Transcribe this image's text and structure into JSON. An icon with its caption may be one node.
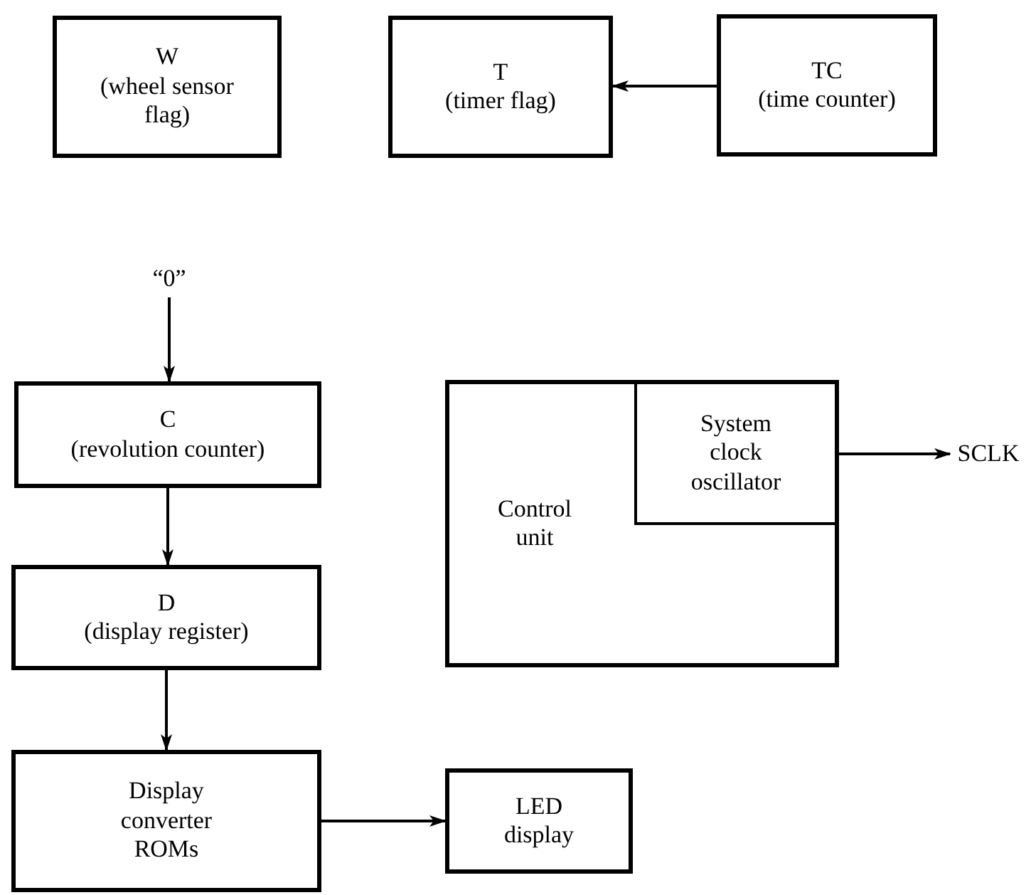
{
  "diagram": {
    "nodes": [
      {
        "text": [
          "W",
          "(wheel sensor flag)"
        ]
      },
      {
        "text": [
          "T",
          "(timer flag)"
        ]
      },
      {
        "text": [
          "TC",
          "(time counter)"
        ]
      },
      {
        "text": [
          "“0”"
        ]
      },
      {
        "text": [
          "C",
          "(revolution counter)"
        ]
      },
      {
        "text": [
          "D",
          "(display register)"
        ]
      },
      {
        "text": [
          "Display converter ROMs"
        ]
      },
      {
        "text": [
          "LED display"
        ]
      },
      {
        "text": [
          "Control unit"
        ]
      },
      {
        "text": [
          "System clock oscillator"
        ],
        "in": 8
      },
      {
        "text": [
          "SCLK"
        ]
      }
    ],
    "edges": [
      {
        "from": 2,
        "to": 1,
        "arrow": "to"
      },
      {
        "from": 3,
        "to": 4,
        "arrow": "to"
      },
      {
        "from": 4,
        "to": 5,
        "arrow": "to"
      },
      {
        "from": 5,
        "to": 6,
        "arrow": "to"
      },
      {
        "from": 6,
        "to": 7,
        "arrow": "to"
      },
      {
        "from": 9,
        "to": 10,
        "arrow": "to"
      }
    ]
  }
}
